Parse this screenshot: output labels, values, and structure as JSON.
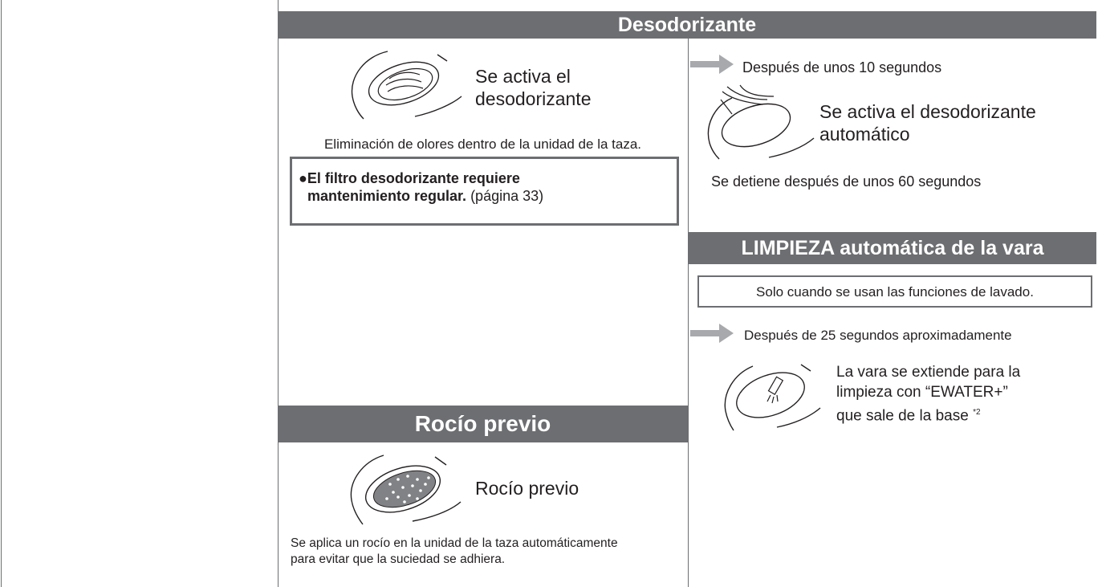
{
  "colors": {
    "header_bg": "#6d6e71",
    "header_text": "#ffffff",
    "text": "#231f20",
    "line": "#6d6e71"
  },
  "deodorizer": {
    "header": "Desodorizante",
    "callout": "Se activa el desodorizante",
    "callout_l1": "Se activa el",
    "callout_l2": "desodorizante",
    "description": "Eliminación de olores dentro de la unidad de la taza.",
    "note_bullet": "●",
    "note_bold_l1": "El filtro desodorizante requiere",
    "note_bold_l2": "mantenimiento regular.",
    "note_ref": "(página 33)"
  },
  "auto_deodorizer": {
    "step_label": "Después de unos 10 segundos",
    "callout_l1": "Se activa el desodorizante",
    "callout_l2": "automático",
    "stop_text": "Se detiene después de unos 60 segundos"
  },
  "wand_cleaning": {
    "header": "LIMPIEZA automática de la vara",
    "condition": "Solo cuando se usan las funciones de lavado.",
    "step_label": "Después de 25 segundos aproximadamente",
    "callout_l1": "La vara se extiende para la",
    "callout_l2": "limpieza con “EWATER+”",
    "callout_l3": "que sale de la base",
    "footnote": "*2"
  },
  "pre_mist": {
    "header": "Rocío previo",
    "callout": "Rocío previo",
    "description_l1": "Se aplica un rocío en la unidad de la taza automáticamente",
    "description_l2": "para evitar que la suciedad se adhiera."
  },
  "icons": [
    "toilet-bowl-deodorizer-icon",
    "toilet-bowl-airflow-icon",
    "toilet-wand-icon",
    "toilet-bowl-mist-icon",
    "arrow-right-icon"
  ]
}
